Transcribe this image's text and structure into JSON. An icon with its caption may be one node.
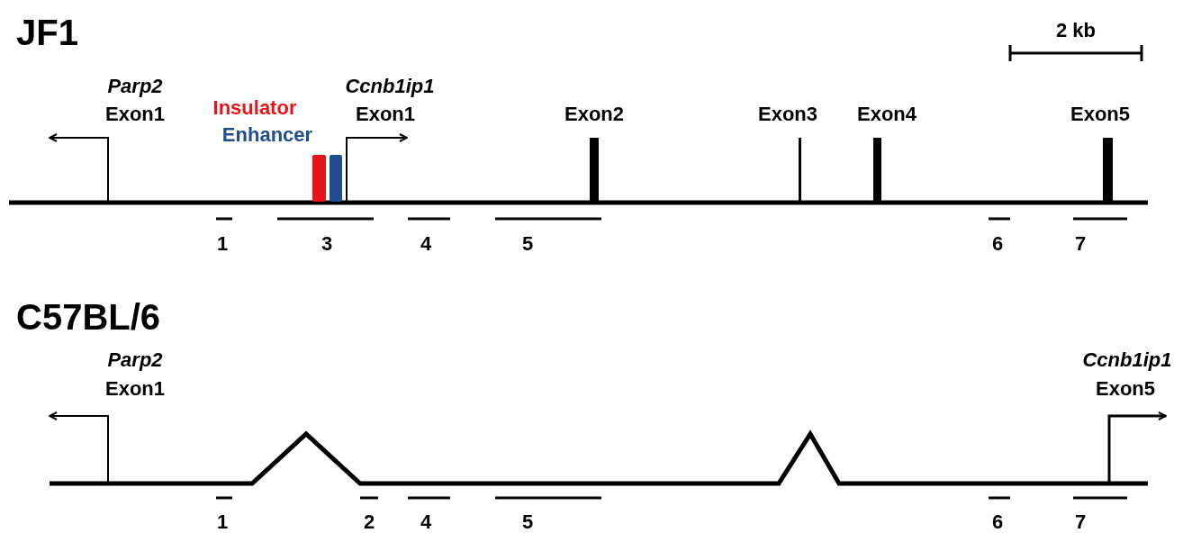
{
  "diagram": {
    "labels": [
      "JF1",
      "2 kb",
      "Parp2",
      "Exon1",
      "Insulator",
      "Enhancer",
      "Ccnb1ip1",
      "Exon1",
      "Exon2",
      "Exon3",
      "Exon4",
      "Exon5",
      "1",
      "3",
      "4",
      "5",
      "6",
      "7",
      "C57BL/6",
      "Parp2",
      "Exon1",
      "Ccnb1ip1",
      "Exon5",
      "1",
      "2",
      "4",
      "5",
      "6",
      "7"
    ]
  }
}
